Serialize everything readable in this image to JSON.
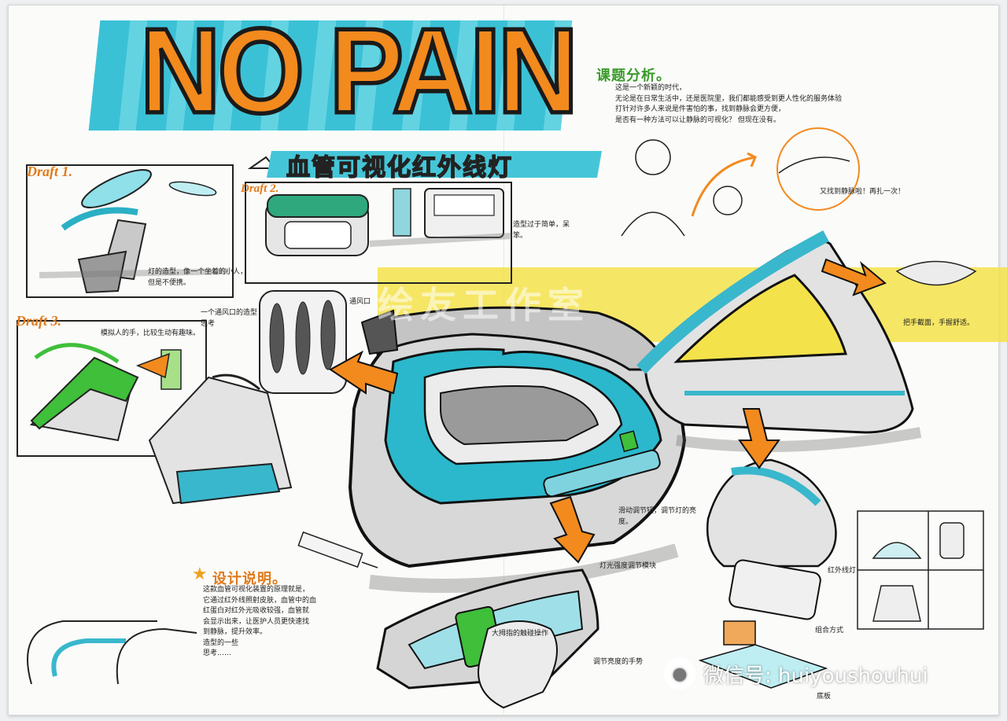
{
  "title": "NO PAIN",
  "subtitle": "血管可视化红外线灯",
  "drafts": {
    "draft1": "Draft 1.",
    "draft2": "Draft 2.",
    "draft3": "Draft 3."
  },
  "notes": {
    "draft1_note": "灯的造型，像一个坐着的小人，但是不便携。",
    "draft2_note": "造型过于简单，呆笨。",
    "draft3_note": "模拟人的手，比较生动有趣味。",
    "vent_note": "一个通风口的造型思考",
    "vent_label": "通风口",
    "handle_note": "把手截面，手握舒适。",
    "slider_note": "滑动调节钮，调节灯的亮度。",
    "light_strength": "灯光强度调节模块",
    "bottom_note": "调节亮度的手势",
    "bottom_note2": "底板",
    "thumb_note": "大拇指的触碰操作",
    "side_note": "红外线灯",
    "bottom_label": "组合方式",
    "orange_dot": "●"
  },
  "analysis": {
    "heading": "课题分析。",
    "lines": [
      "这是一个新颖的时代，",
      "无论是在日常生活中，还是医院里，我们都能感受到更人性化的服务体验",
      "打针对许多人来说是件害怕的事，找到静脉会更方便，",
      "是否有一种方法可以让静脉的可视化？ 但现在没有。"
    ],
    "dialog": "又找到静脉啦！再扎一次！"
  },
  "design": {
    "heading": "设计说明。",
    "lines": [
      "这款血管可视化装置的原理就是，",
      "它通过红外线照射皮肤，血管中的血",
      "红蛋白对红外光吸收较强，血管就",
      "会显示出来，让医护人员更快速找",
      "到静脉，提升效率。",
      "造型的一些",
      "思考……"
    ]
  },
  "watermark": {
    "label": "微信号: huiyoushouhui"
  },
  "studio_watermark": "绘友工作室",
  "colors": {
    "accent_orange": "#f28a1e",
    "accent_cyan": "#3bc1d6",
    "accent_yellow": "#f4e24a",
    "accent_green": "#3fbf3a"
  }
}
